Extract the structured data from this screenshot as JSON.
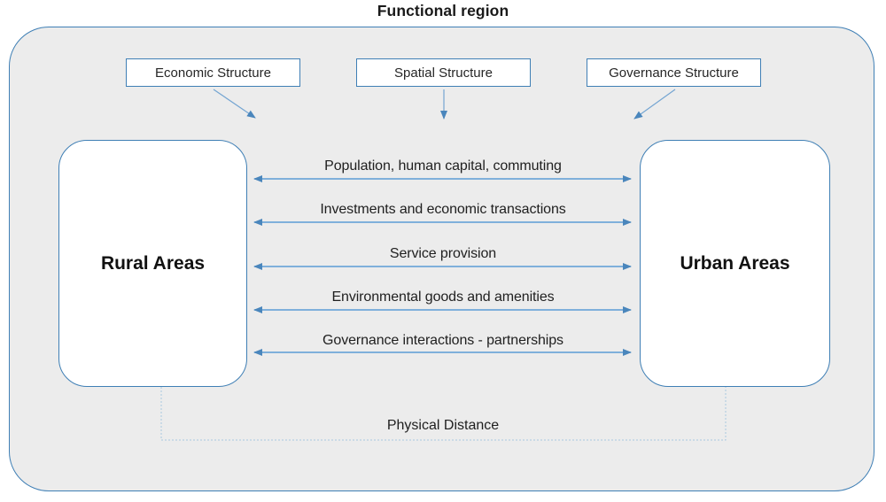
{
  "diagram": {
    "title": "Functional region",
    "structures": [
      {
        "label": "Economic Structure"
      },
      {
        "label": "Spatial Structure"
      },
      {
        "label": "Governance Structure"
      }
    ],
    "nodes": {
      "rural": {
        "label": "Rural Areas"
      },
      "urban": {
        "label": "Urban Areas"
      }
    },
    "flows": [
      {
        "label": "Population, human capital, commuting"
      },
      {
        "label": "Investments and economic transactions"
      },
      {
        "label": "Service provision"
      },
      {
        "label": "Environmental goods and amenities"
      },
      {
        "label": "Governance interactions - partnerships"
      }
    ],
    "distance_label": "Physical Distance",
    "colors": {
      "border_blue": "#3f7fb5",
      "arrow_blue": "#5b9bd5",
      "arrowhead_blue": "#4a86bc",
      "dotted_blue": "#a9c7e1",
      "container_fill": "#ececec",
      "text_dark": "#1f1f1f"
    }
  }
}
